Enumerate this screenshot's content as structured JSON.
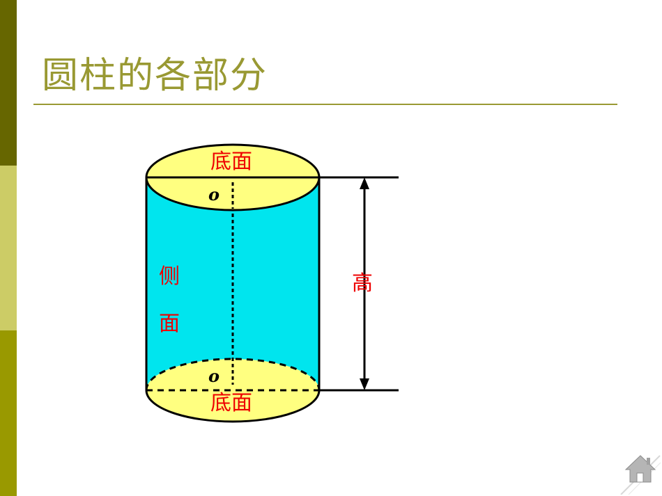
{
  "slide": {
    "title": "圆柱的各部分",
    "colors": {
      "sidebar_top": "#666600",
      "sidebar_middle": "#cccc66",
      "sidebar_bottom": "#999900",
      "title": "#999933",
      "lateral_face": "#00e5ee",
      "base_face": "#ffff80",
      "label": "#ee0000"
    }
  },
  "cylinder": {
    "top_base_label": "底面",
    "bottom_base_label": "底面",
    "lateral_label_1": "侧",
    "lateral_label_2": "面",
    "top_center_label": "o",
    "bottom_center_label": "o",
    "height_label": "高"
  },
  "nav": {
    "home_icon": "home-icon"
  }
}
